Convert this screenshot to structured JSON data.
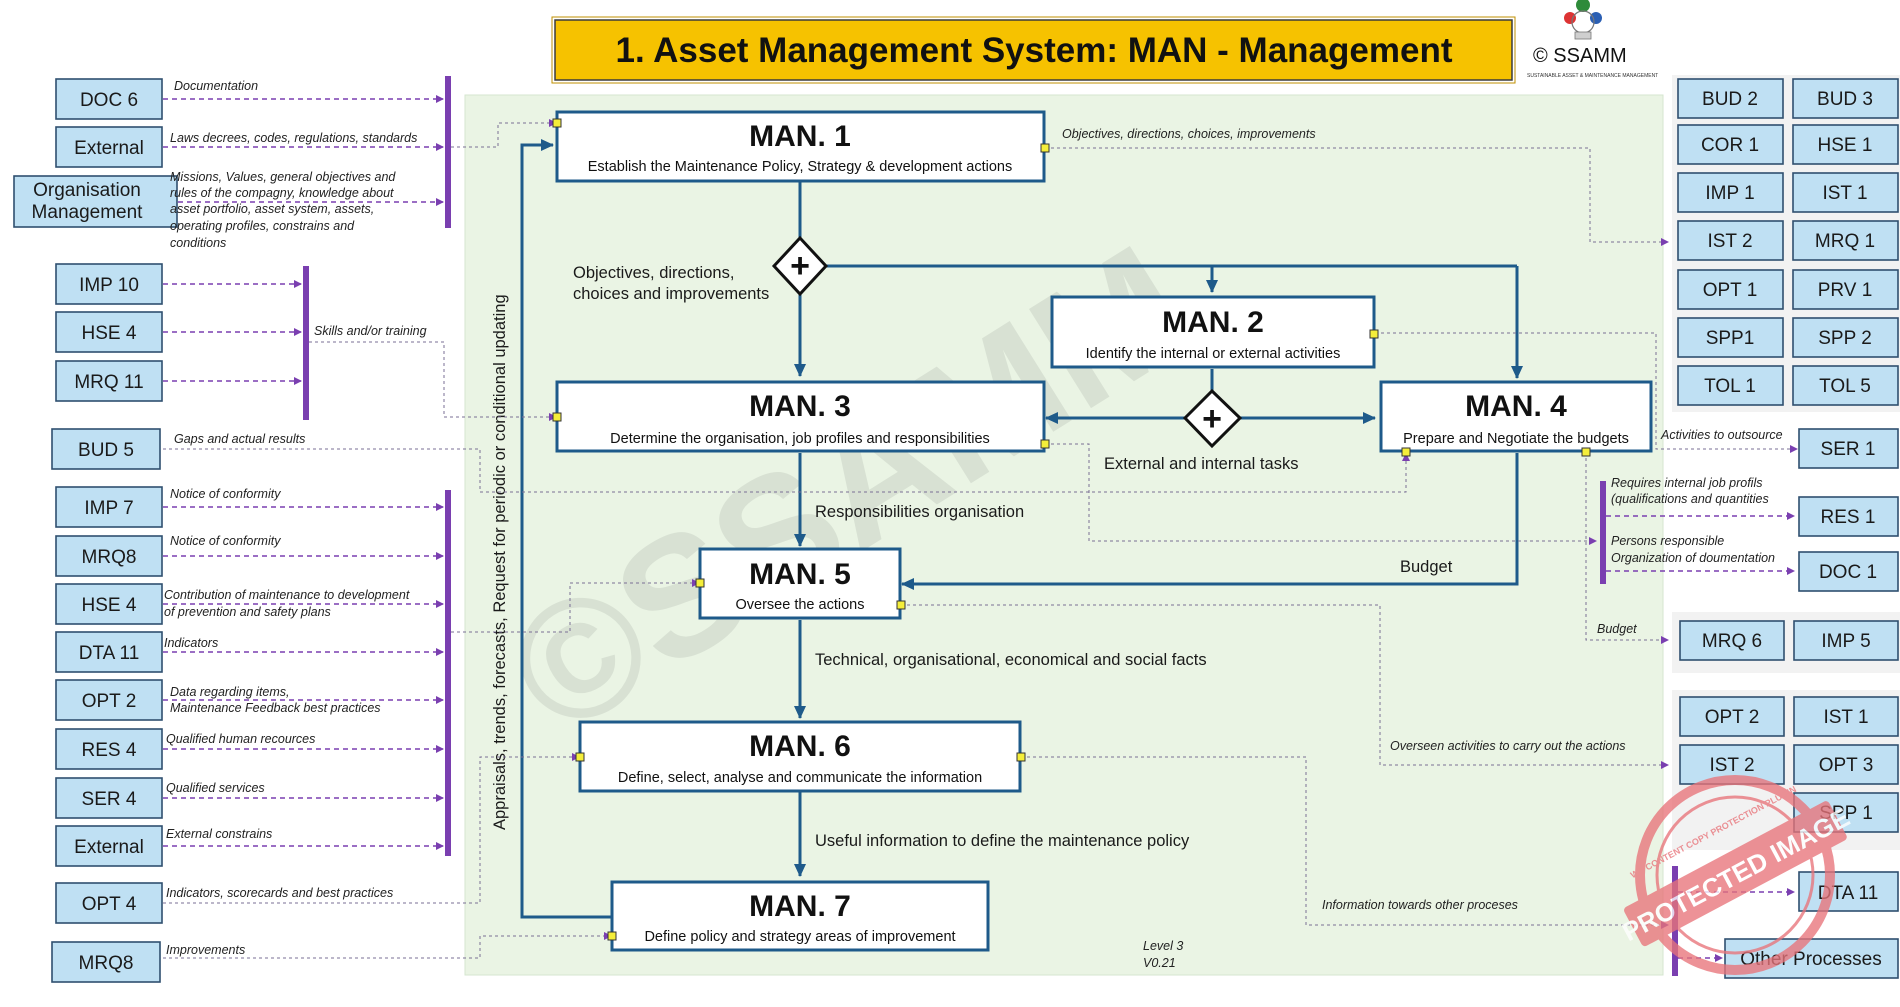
{
  "title": "1. Asset Management System: MAN - Management",
  "logo": {
    "text": "© SSAMM",
    "tagline": "SUSTAINABLE ASSET & MAINTENANCE MANAGEMENT"
  },
  "watermark": "©SSAMM",
  "stamp": {
    "text": "PROTECTED IMAGE",
    "ring": "WP CONTENT COPY PROTECTION PLUGIN"
  },
  "vertical_label": "Appraisals, trends, forecasts, Request for periodic or conditional updating",
  "processes": [
    {
      "title": "MAN. 1",
      "subtitle": "Establish the Maintenance Policy, Strategy & development actions"
    },
    {
      "title": "MAN. 2",
      "subtitle": "Identify the internal or external activities"
    },
    {
      "title": "MAN. 3",
      "subtitle": "Determine the organisation, job profiles and responsibilities"
    },
    {
      "title": "MAN. 4",
      "subtitle": "Prepare and Negotiate the budgets"
    },
    {
      "title": "MAN. 5",
      "subtitle": "Oversee the actions"
    },
    {
      "title": "MAN. 6",
      "subtitle": "Define, select, analyse and communicate the information"
    },
    {
      "title": "MAN. 7",
      "subtitle": "Define policy and strategy areas of improvement"
    }
  ],
  "gateway_symbol": "+",
  "flow_labels": {
    "objectives": [
      "Objectives, directions,",
      "choices and improvements"
    ],
    "external_internal": "External and internal tasks",
    "responsibilities": "Responsibilities organisation",
    "budget": "Budget",
    "technical": "Technical, organisational, economical and social facts",
    "useful": "Useful information to define the maintenance policy"
  },
  "version": [
    "Level 3",
    "V0.21"
  ],
  "inputs": [
    {
      "label": "DOC 6"
    },
    {
      "label": "External"
    },
    {
      "label": "Organisation Management"
    },
    {
      "label": "IMP 10"
    },
    {
      "label": "HSE 4"
    },
    {
      "label": "MRQ 11"
    },
    {
      "label": "BUD 5"
    },
    {
      "label": "IMP 7"
    },
    {
      "label": "MRQ8"
    },
    {
      "label": "HSE 4"
    },
    {
      "label": "DTA 11"
    },
    {
      "label": "OPT 2"
    },
    {
      "label": "RES 4"
    },
    {
      "label": "SER 4"
    },
    {
      "label": "External"
    },
    {
      "label": "OPT 4"
    },
    {
      "label": "MRQ8"
    }
  ],
  "input_notes": {
    "documentation": "Documentation",
    "laws": "Laws decrees, codes, regulations, standards",
    "missions": [
      "Missions, Values, general objectives and",
      "rules of the compagny, knowledge about",
      "asset portfolio, asset system, assets,",
      "operating profiles, constrains and",
      "conditions"
    ],
    "skills": "Skills and/or training",
    "gaps": "Gaps and actual results",
    "notice1": "Notice of conformity",
    "notice2": "Notice of conformity",
    "contribution": [
      "Contribution of maintenance to development",
      "of prevention and safety plans"
    ],
    "indicators": "Indicators",
    "data": [
      "Data regarding items,",
      "Maintenance Feedback best practices"
    ],
    "qualified_hr": "Qualified human recources",
    "qualified_services": "Qualified services",
    "external_constrains": "External constrains",
    "indicators_scorecards": "Indicators, scorecards and best practices",
    "improvements": "Improvements"
  },
  "outputs_group1": [
    "BUD 2",
    "BUD 3",
    "COR 1",
    "HSE 1",
    "IMP 1",
    "IST 1",
    "IST 2",
    "MRQ 1",
    "OPT 1",
    "PRV 1",
    "SPP1",
    "SPP 2",
    "TOL 1",
    "TOL 5"
  ],
  "outputs_single": [
    "SER 1",
    "RES 1",
    "DOC 1"
  ],
  "outputs_budget": [
    "MRQ 6",
    "IMP 5"
  ],
  "outputs_group2": [
    "OPT 2",
    "IST 1",
    "IST 2",
    "OPT 3",
    "SPP 1"
  ],
  "outputs_final": [
    "DTA 11",
    "Other Processes"
  ],
  "output_notes": {
    "objectives": "Objectives, directions, choices, improvements",
    "outsource": "Activities to outsource",
    "internal_job": [
      "Requires internal job profils",
      "(qualifications and quantities"
    ],
    "persons": [
      "Persons responsible",
      "Organization of doumentation"
    ],
    "budget": "Budget",
    "overseen": "Overseen activities to carry out the actions",
    "information": "Information towards other proceses"
  }
}
